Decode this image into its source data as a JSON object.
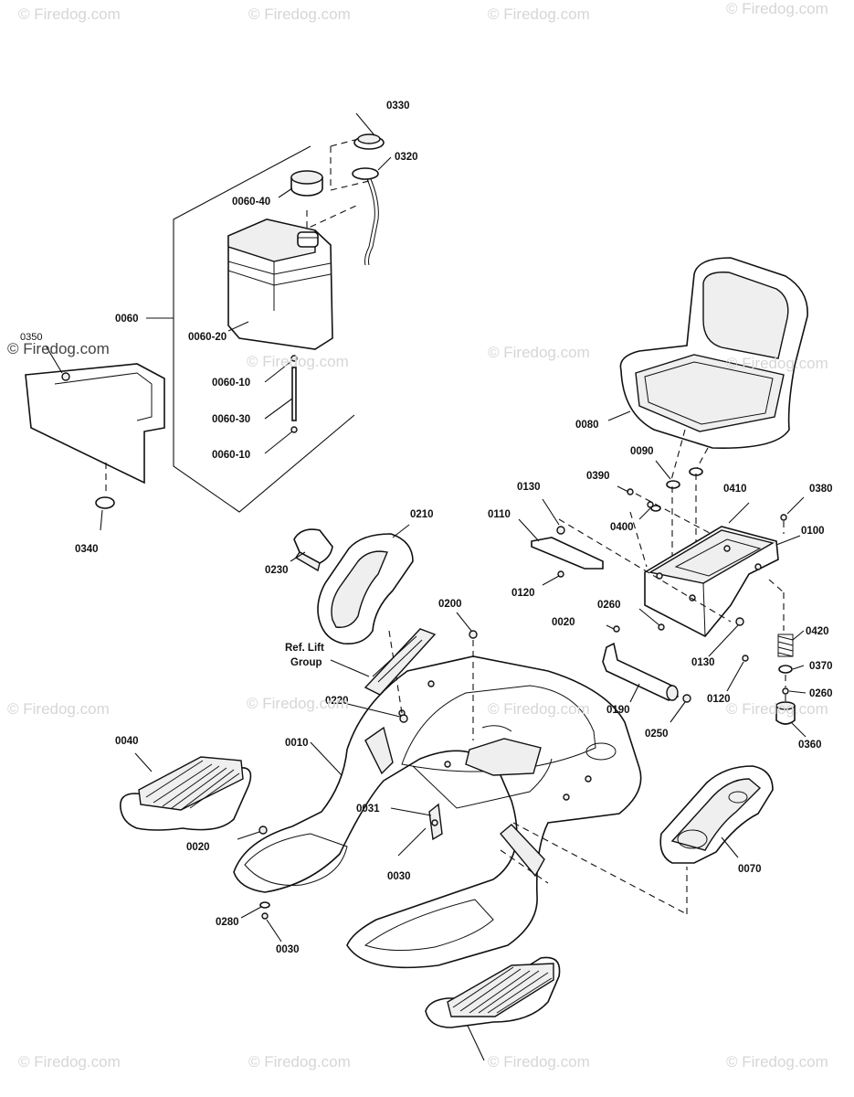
{
  "watermark": {
    "text": "© Firedog.com",
    "corner_text": "© Firedog.com"
  },
  "labels": {
    "p0330": "0330",
    "p0320": "0320",
    "p0060_40": "0060-40",
    "p0060": "0060",
    "p0060_20": "0060-20",
    "p0060_10a": "0060-10",
    "p0060_30": "0060-30",
    "p0060_10b": "0060-10",
    "p0350": "0350",
    "p0340": "0340",
    "p0080": "0080",
    "p0090": "0090",
    "p0390": "0390",
    "p0400": "0400",
    "p0410": "0410",
    "p0380": "0380",
    "p0100": "0100",
    "p0130a": "0130",
    "p0110": "0110",
    "p0120a": "0120",
    "p0260a": "0260",
    "p0020a": "0020",
    "p0130b": "0130",
    "p0120b": "0120",
    "p0190": "0190",
    "p0250": "0250",
    "p0420": "0420",
    "p0370": "0370",
    "p0260b": "0260",
    "p0360": "0360",
    "p0210": "0210",
    "p0230": "0230",
    "p0200": "0200",
    "ref_lift_1": "Ref. Lift",
    "ref_lift_2": "Group",
    "p0220": "0220",
    "p0040": "0040",
    "p0010": "0010",
    "p0031": "0031",
    "p0030a": "0030",
    "p0020b": "0020",
    "p0280": "0280",
    "p0030b": "0030",
    "p0070": "0070"
  },
  "colors": {
    "line": "#111111",
    "watermark": "#d6d6d6",
    "background": "#ffffff"
  }
}
